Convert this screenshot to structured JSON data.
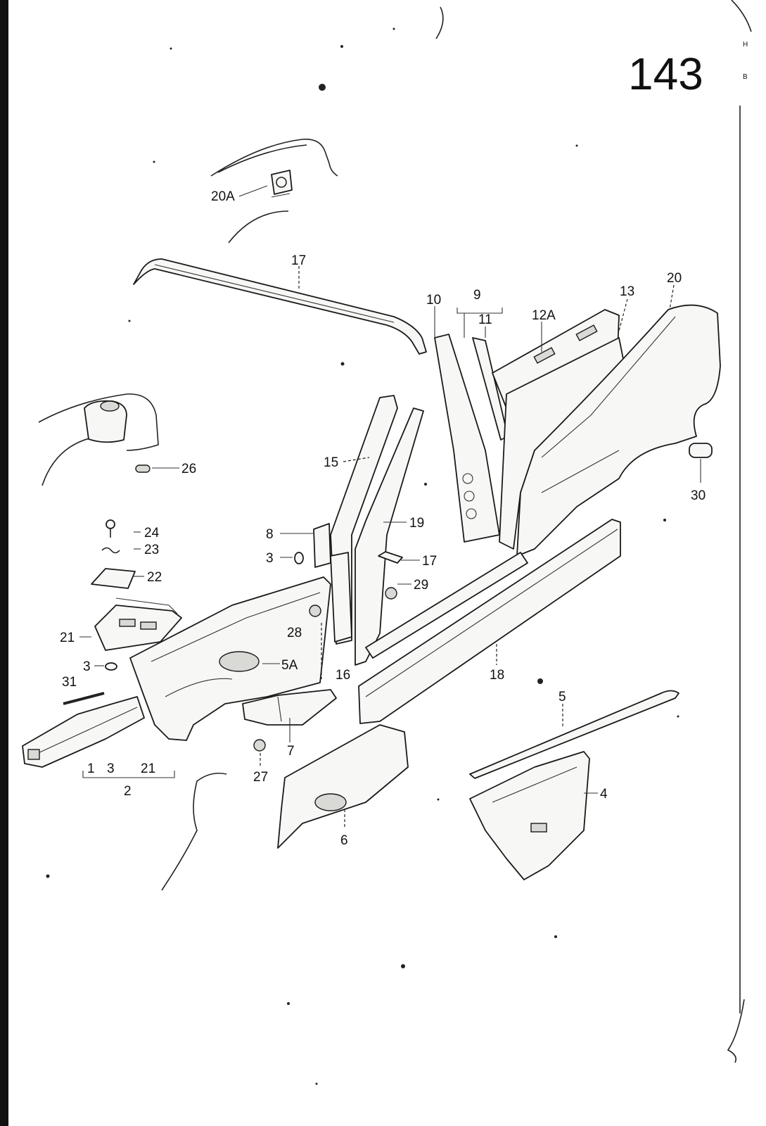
{
  "page_number": "143",
  "right_edge_letters": [
    "H",
    "B"
  ],
  "colors": {
    "ink": "#111111",
    "paper": "#ffffff"
  },
  "callouts": {
    "c20A": "20A",
    "c17a": "17",
    "c10": "10",
    "c9": "9",
    "c11": "11",
    "c12A": "12A",
    "c13": "13",
    "c20": "20",
    "c26": "26",
    "c15": "15",
    "c30": "30",
    "c24": "24",
    "c23": "23",
    "c8": "8",
    "c19": "19",
    "c22": "22",
    "c3a": "3",
    "c17b": "17",
    "c29": "29",
    "c28": "28",
    "c21": "21",
    "c3b": "3",
    "c5A": "5A",
    "c16": "16",
    "c18": "18",
    "c31": "31",
    "c5": "5",
    "c7": "7",
    "c27": "27",
    "c4": "4",
    "c6": "6",
    "c2": "2",
    "group_1": "1",
    "group_3": "3",
    "group_21": "21"
  }
}
